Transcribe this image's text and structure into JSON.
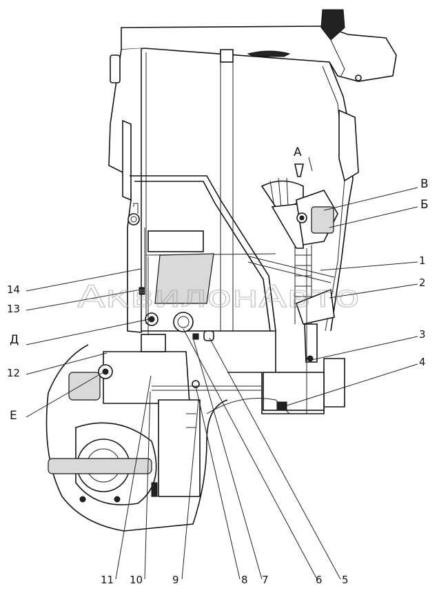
{
  "watermark": "АквилонАвто",
  "letters": {
    "A": "А",
    "V": "В",
    "B": "Б",
    "D": "Д",
    "E": "Е"
  },
  "callouts": {
    "n1": "1",
    "n2": "2",
    "n3": "3",
    "n4": "4",
    "n5": "5",
    "n6": "6",
    "n7": "7",
    "n8": "8",
    "n9": "9",
    "n10": "10",
    "n11": "11",
    "n12": "12",
    "n13": "13",
    "n14": "14"
  }
}
